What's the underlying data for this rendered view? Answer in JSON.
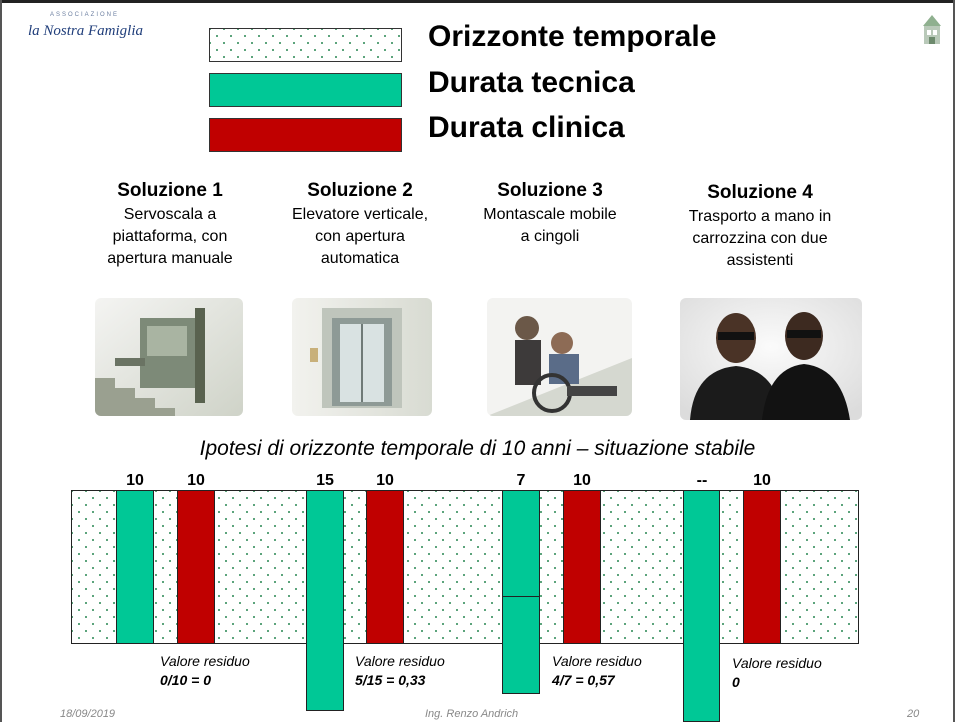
{
  "logo": {
    "small": "ASSOCIAZIONE",
    "text": "la Nostra Famiglia"
  },
  "legend": [
    {
      "label": "Orizzonte temporale",
      "style": "dotted"
    },
    {
      "label": "Durata tecnica",
      "color": "#00c896"
    },
    {
      "label": "Durata clinica",
      "color": "#c00000"
    }
  ],
  "solutions": [
    {
      "title": "Soluzione 1",
      "lines": [
        "Servoscala a",
        "piattaforma, con",
        "apertura manuale"
      ]
    },
    {
      "title": "Soluzione 2",
      "lines": [
        "Elevatore verticale,",
        "con apertura",
        "automatica"
      ]
    },
    {
      "title": "Soluzione 3",
      "lines": [
        "Montascale mobile",
        "a cingoli"
      ]
    },
    {
      "title": "Soluzione 4",
      "lines": [
        "Trasporto a mano in",
        "carrozzina con due",
        "assistenti"
      ]
    }
  ],
  "caption": "Ipotesi di orizzonte temporale di 10 anni – situazione stabile",
  "chart_data": {
    "type": "bar",
    "horizon_years": 10,
    "groups": [
      {
        "tecnica_label": "10",
        "tecnica": 10,
        "clinica_label": "10",
        "clinica": 10,
        "residuo_label": "Valore residuo",
        "residuo_expr": "0/10 = 0"
      },
      {
        "tecnica_label": "15",
        "tecnica": 15,
        "clinica_label": "10",
        "clinica": 10,
        "residuo_label": "Valore residuo",
        "residuo_expr": "5/15 =  0,33"
      },
      {
        "tecnica_label": "7",
        "tecnica": 7,
        "clinica_label": "10",
        "clinica": 10,
        "residuo_label": "Valore residuo",
        "residuo_expr": "4/7 =  0,57"
      },
      {
        "tecnica_label": "--",
        "tecnica": null,
        "clinica_label": "10",
        "clinica": 10,
        "residuo_label": "Valore residuo",
        "residuo_expr": "0"
      }
    ]
  },
  "footer": {
    "date": "18/09/2019",
    "author": "Ing. Renzo Andrich",
    "page": "20"
  }
}
